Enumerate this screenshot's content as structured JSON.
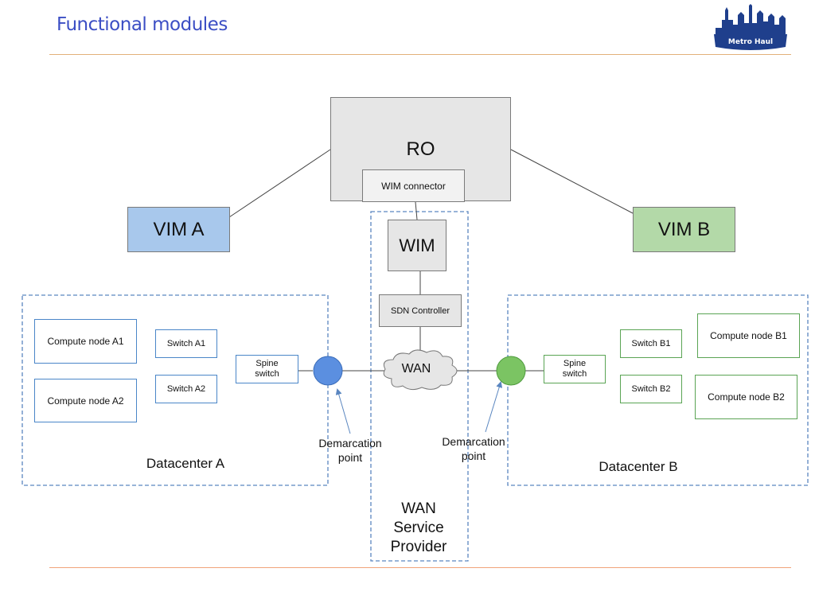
{
  "header": {
    "title": "Functional modules",
    "logo_text": "Metro Haul"
  },
  "colors": {
    "title": "#3b4ec4",
    "vim_a": "#a8c8ec",
    "vim_b": "#b3d9a8",
    "datacenter_a_border": "#4a86c8",
    "datacenter_b_border": "#5aa454",
    "demarcation_a": "#5b8fe0",
    "demarcation_b": "#7bc463"
  },
  "diagram": {
    "ro": {
      "label": "RO",
      "connector": "WIM connector"
    },
    "vim_a": "VIM A",
    "vim_b": "VIM B",
    "wim": "WIM",
    "sdn_controller": "SDN Controller",
    "wan_cloud": "WAN",
    "wan_provider": {
      "line1": "WAN",
      "line2": "Service",
      "line3": "Provider"
    },
    "datacenter_a": {
      "label": "Datacenter A",
      "compute_node_1": "Compute node A1",
      "compute_node_2": "Compute node A2",
      "switch_1": "Switch A1",
      "switch_2": "Switch A2",
      "spine_line1": "Spine",
      "spine_line2": "switch"
    },
    "datacenter_b": {
      "label": "Datacenter B",
      "compute_node_1": "Compute node B1",
      "compute_node_2": "Compute node B2",
      "switch_1": "Switch B1",
      "switch_2": "Switch B2",
      "spine_line1": "Spine",
      "spine_line2": "switch"
    },
    "demarcation_a": {
      "line1": "Demarcation",
      "line2": "point"
    },
    "demarcation_b": {
      "line1": "Demarcation",
      "line2": "point"
    }
  }
}
